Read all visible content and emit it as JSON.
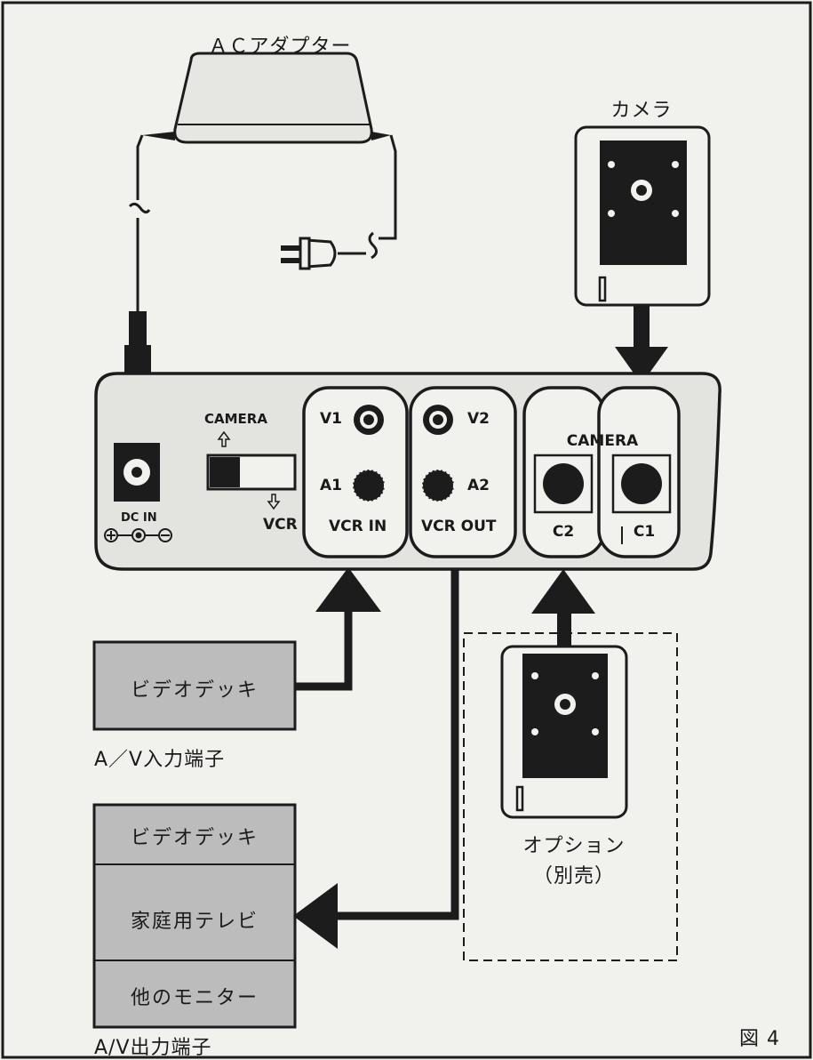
{
  "ac_adapter": {
    "label": "ＡＣアダプター"
  },
  "camera": {
    "label": "カメラ"
  },
  "device_panel": {
    "dc_in": "DC IN",
    "switch_camera": "CAMERA",
    "switch_vcr": "VCR",
    "v1": "V1",
    "a1": "A1",
    "vcr_in": "VCR IN",
    "v2": "V2",
    "a2": "A2",
    "vcr_out": "VCR OUT",
    "camera_group": "CAMERA",
    "c2": "C2",
    "c1": "C1"
  },
  "input_device": {
    "box_label": "ビデオデッキ",
    "caption": "A／V入力端子"
  },
  "output_devices": {
    "items": [
      "ビデオデッキ",
      "家庭用テレビ",
      "他のモニター"
    ],
    "caption": "A/V出力端子"
  },
  "option_camera": {
    "line1": "オプション",
    "line2": "（別売）"
  },
  "figure_label": "図 4",
  "colors": {
    "dark": "#1c1c1c",
    "gray_fill": "#bcbcbc",
    "paper": "#f1f1ee",
    "panel_fill": "#e3e3e0"
  }
}
